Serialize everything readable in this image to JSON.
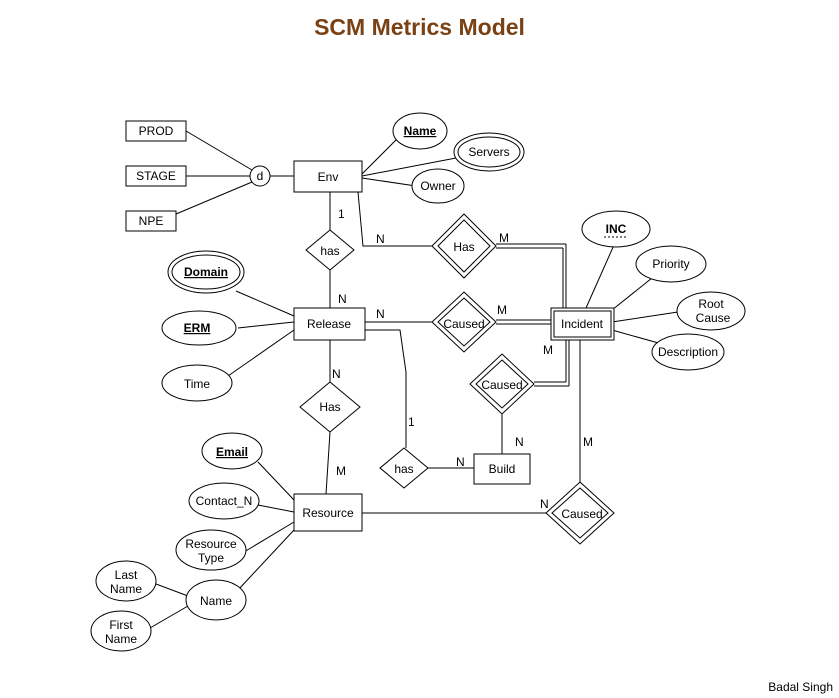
{
  "title": "SCM Metrics Model",
  "author": "Badal Singh",
  "colors": {
    "title": "#7a4214",
    "stroke": "#000000"
  },
  "entities": {
    "env": "Env",
    "release": "Release",
    "resource": "Resource",
    "incident": "Incident",
    "build": "Build",
    "prod": "PROD",
    "stage": "STAGE",
    "npe": "NPE"
  },
  "disjoint": "d",
  "relationships": {
    "env_has_incident": "Has",
    "env_has_release": "has",
    "release_caused_incident": "Caused",
    "build_caused_incident": "Caused",
    "release_has_resource": "Has",
    "release_has_build": "has",
    "resource_caused_incident": "Caused"
  },
  "attributes": {
    "env_name": "Name",
    "servers": "Servers",
    "owner": "Owner",
    "inc": "INC",
    "priority": "Priority",
    "root_cause": [
      "Root",
      "Cause"
    ],
    "description": "Description",
    "domain": "Domain",
    "erm": "ERM",
    "time": "Time",
    "email": "Email",
    "contact": "Contact_N",
    "resource_type": [
      "Resource",
      "Type"
    ],
    "name": "Name",
    "last_name": [
      "Last",
      "Name"
    ],
    "first_name": [
      "First",
      "Name"
    ]
  },
  "cardinalities": {
    "env_has_release_env": "1",
    "env_has_release_release": "N",
    "env_has_incident_env": "N",
    "env_has_incident_incident": "M",
    "release_caused_release": "N",
    "release_caused_incident": "M",
    "build_caused_incident": "M",
    "build_caused_build": "N",
    "release_has_resource_release": "N",
    "release_has_resource_resource": "M",
    "release_has_build_release": "1",
    "release_has_build_build": "N",
    "resource_caused_incident": "M",
    "resource_caused_resource": "N"
  }
}
